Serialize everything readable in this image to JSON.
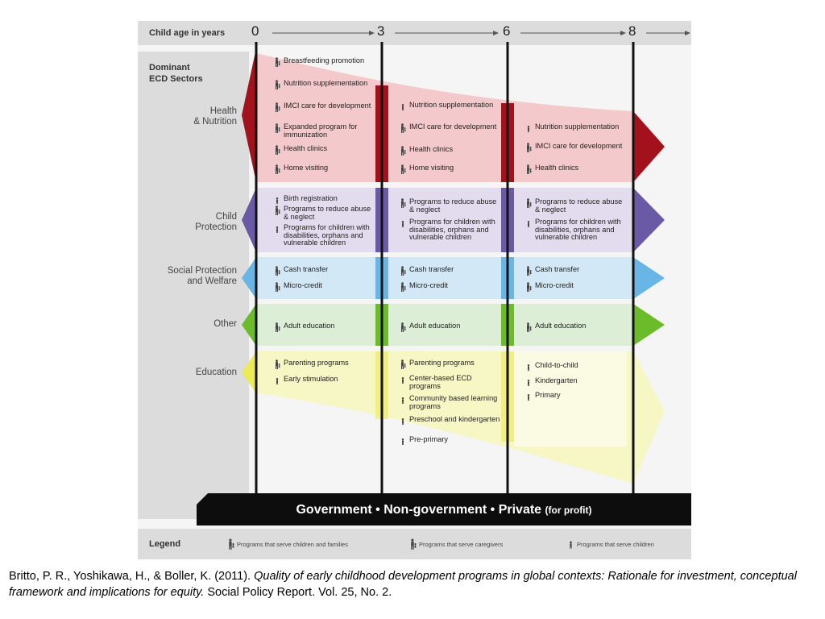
{
  "header": {
    "label": "Child age in years",
    "ages": [
      "0",
      "3",
      "6",
      "8"
    ]
  },
  "sectors_heading": "Dominant\nECD Sectors",
  "sectors": [
    {
      "id": "health",
      "label": "Health\n& Nutrition",
      "color": "#f4c9cb",
      "edge": "#a3121c",
      "columns": [
        [
          {
            "t": "Breastfeeding promotion",
            "k": "f"
          },
          {
            "t": "Nutrition supplementation",
            "k": "f"
          },
          {
            "t": "IMCI care for development",
            "k": "f"
          },
          {
            "t": "Expanded program for immunization",
            "k": "f"
          },
          {
            "t": "Health clinics",
            "k": "f"
          },
          {
            "t": "Home visiting",
            "k": "f"
          }
        ],
        [
          {
            "t": "Nutrition supplementation",
            "k": "c"
          },
          {
            "t": "IMCI care for development",
            "k": "f"
          },
          {
            "t": "Health clinics",
            "k": "f"
          },
          {
            "t": "Home visiting",
            "k": "f"
          }
        ],
        [
          {
            "t": "Nutrition supplementation",
            "k": "c"
          },
          {
            "t": "IMCI care for development",
            "k": "f"
          },
          {
            "t": "Health clinics",
            "k": "f"
          }
        ]
      ]
    },
    {
      "id": "protection",
      "label": "Child\nProtection",
      "color": "#e3dcef",
      "edge": "#6a5aa6",
      "columns": [
        [
          {
            "t": "Birth registration",
            "k": "c"
          },
          {
            "t": "Programs to reduce abuse & neglect",
            "k": "f"
          },
          {
            "t": "Programs for children with disabilities, orphans and vulnerable children",
            "k": "c"
          }
        ],
        [
          {
            "t": "Programs to reduce abuse & neglect",
            "k": "f"
          },
          {
            "t": "Programs for children with disabilities, orphans and vulnerable children",
            "k": "c"
          }
        ],
        [
          {
            "t": "Programs to reduce abuse & neglect",
            "k": "f"
          },
          {
            "t": "Programs for children with disabilities, orphans and vulnerable children",
            "k": "c"
          }
        ]
      ]
    },
    {
      "id": "social",
      "label": "Social Protection\nand Welfare",
      "color": "#d2e8f6",
      "edge": "#69b6e6",
      "columns": [
        [
          {
            "t": "Cash transfer",
            "k": "f"
          },
          {
            "t": "Micro-credit",
            "k": "f"
          }
        ],
        [
          {
            "t": "Cash transfer",
            "k": "f"
          },
          {
            "t": "Micro-credit",
            "k": "f"
          }
        ],
        [
          {
            "t": "Cash transfer",
            "k": "f"
          },
          {
            "t": "Micro-credit",
            "k": "f"
          }
        ]
      ]
    },
    {
      "id": "other",
      "label": "Other",
      "color": "#dcefd6",
      "edge": "#6bbb2a",
      "columns": [
        [
          {
            "t": "Adult education",
            "k": "f"
          }
        ],
        [
          {
            "t": "Adult education",
            "k": "f"
          }
        ],
        [
          {
            "t": "Adult education",
            "k": "f"
          }
        ]
      ]
    },
    {
      "id": "education",
      "label": "Education",
      "color": "#f7f6c5",
      "edge": "#eceb55",
      "columns": [
        [
          {
            "t": "Parenting programs",
            "k": "f"
          },
          {
            "t": "Early stimulation",
            "k": "c"
          }
        ],
        [
          {
            "t": "Parenting programs",
            "k": "f"
          },
          {
            "t": "Center-based ECD programs",
            "k": "c"
          },
          {
            "t": "Community based learning programs",
            "k": "c"
          },
          {
            "t": "Preschool and kindergarten",
            "k": "c"
          },
          {
            "t": "Pre-primary",
            "k": "c"
          }
        ],
        [
          {
            "t": "Child-to-child",
            "k": "c"
          },
          {
            "t": "Kindergarten",
            "k": "c"
          },
          {
            "t": "Primary",
            "k": "c"
          }
        ]
      ]
    }
  ],
  "footer_bar": {
    "main": "Government • Non-government • Private",
    "sub": "(for profit)"
  },
  "legend": {
    "label": "Legend",
    "items": [
      {
        "t": "Programs that serve children and families",
        "k": "f"
      },
      {
        "t": "Programs that serve caregivers",
        "k": "f"
      },
      {
        "t": "Programs that serve children",
        "k": "c"
      }
    ]
  },
  "caption": {
    "prefix": "Britto, P. R., Yoshikawa, H., & Boller, K. (2011). ",
    "italic": "Quality of early childhood development programs in global contexts: Rationale for investment, conceptual framework and implications for equity.",
    "suffix": " Social Policy Report. Vol. 25, No. 2."
  }
}
